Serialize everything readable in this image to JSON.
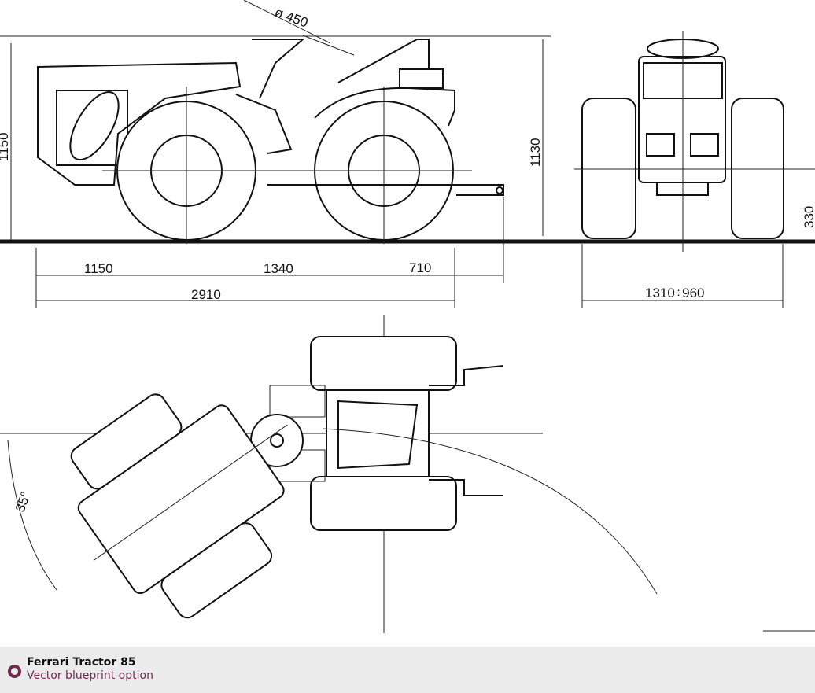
{
  "blueprint": {
    "dimensions": {
      "height_left": "1150",
      "height_total": "1130",
      "height_right_partial": "330",
      "steering_wheel": "ø 450",
      "front_overhang": "1150",
      "wheelbase": "1340",
      "rear_overhang": "710",
      "total_length": "2910",
      "track_width": "1310÷960",
      "steering_angle": "35°"
    }
  },
  "caption": {
    "title": "Ferrari Tractor 85",
    "subtitle": "Vector blueprint option",
    "accent_color": "#6d2c4f"
  }
}
